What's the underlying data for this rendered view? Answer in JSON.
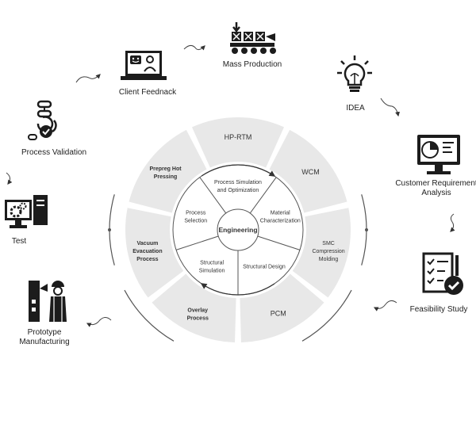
{
  "cycle_stages": [
    {
      "id": "mass-production",
      "label": "Mass Production",
      "icon": "factory-conveyor-icon"
    },
    {
      "id": "idea",
      "label": "IDEA",
      "icon": "lightbulb-icon"
    },
    {
      "id": "customer-requirement",
      "label": "Customer Requirement\nAnalysis",
      "icon": "analytics-monitor-icon"
    },
    {
      "id": "feasibility",
      "label": "Feasibility Study",
      "icon": "checklist-icon"
    },
    {
      "id": "prototype",
      "label": "Prototype\nManufacturing",
      "icon": "engineer-machine-icon"
    },
    {
      "id": "test",
      "label": "Test",
      "icon": "computer-gears-icon"
    },
    {
      "id": "process-validation",
      "label": "Process Validation",
      "icon": "flow-check-icon"
    },
    {
      "id": "client-feedback",
      "label": "Client Feednack",
      "icon": "laptop-chat-icon"
    }
  ],
  "outer_segments": [
    "HP-RTM",
    "WCM",
    "SMC\nCompression\nMolding",
    "PCM",
    "Overlay\nProcess",
    "Vacuum\nEvacuation\nProcess",
    "Prepreg Hot\nPressing"
  ],
  "inner_segments": [
    "Process Simulation\nand Optimization",
    "Material\nCharacterization",
    "Structural Design",
    "Structural\nSimulation",
    "Process\nSelection"
  ],
  "center_label": "Engineering",
  "colors": {
    "segment_fill": "#e8e8e8",
    "icon_dark": "#1c1c1c",
    "line": "#555555"
  }
}
